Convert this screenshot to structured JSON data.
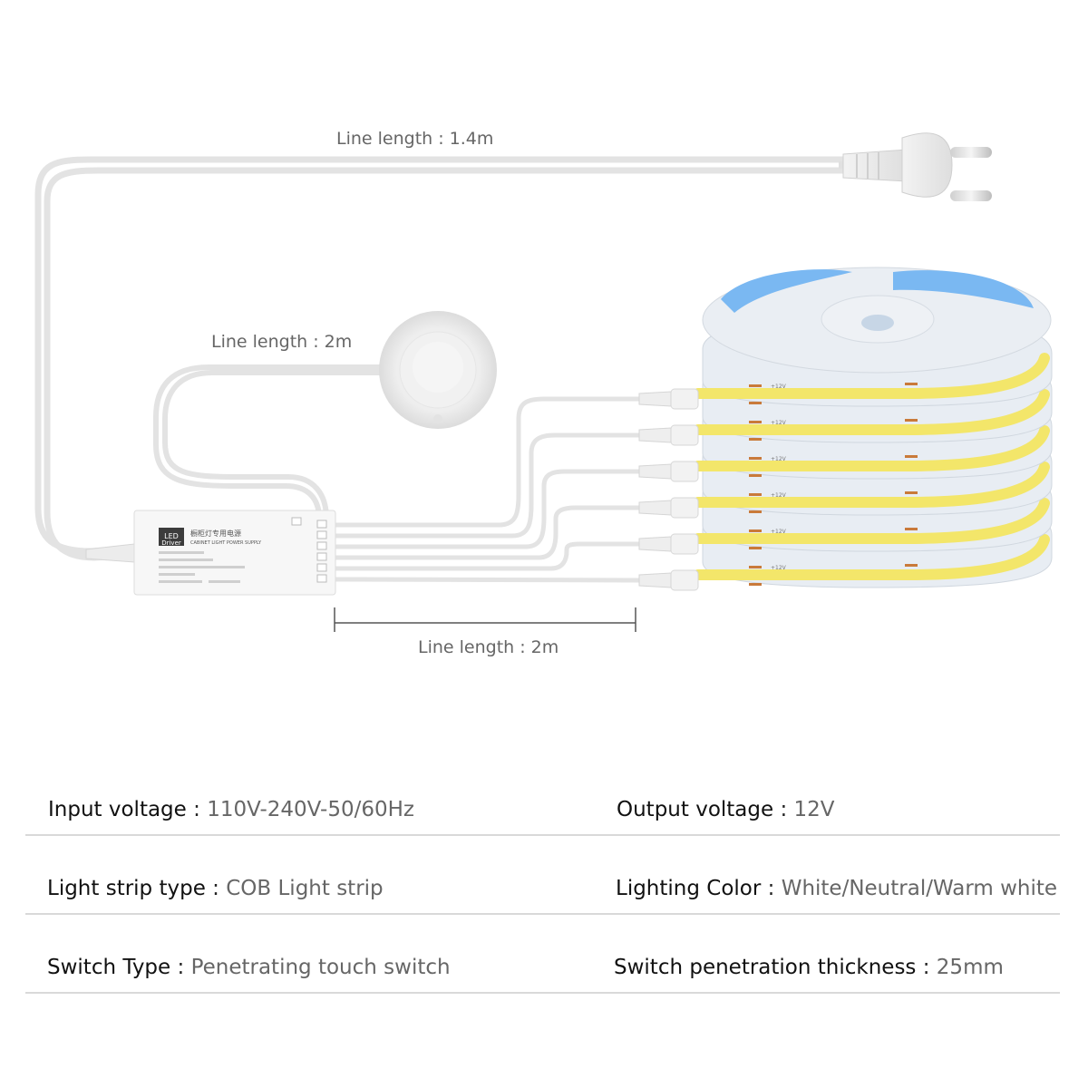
{
  "labels": {
    "plug_line": "Line length : 1.4m",
    "switch_line": "Line length : 2m",
    "output_line": "Line length : 2m"
  },
  "driver": {
    "badge_line1": "LED",
    "badge_line2": "Driver",
    "title_cn": "橱柜灯专用电源",
    "title_en": "CABINET LIGHT POWER SUPPLY"
  },
  "strip": {
    "polarity": "+12V"
  },
  "specs": [
    {
      "left": {
        "key": "Input voltage",
        "value": "110V-240V-50/60Hz"
      },
      "right": {
        "key": "Output voltage",
        "value": "12V"
      }
    },
    {
      "left": {
        "key": "Light strip type",
        "value": "COB Light strip"
      },
      "right": {
        "key": "Lighting Color",
        "value": "White/Neutral/Warm white"
      }
    },
    {
      "left": {
        "key": "Switch Type",
        "value": "Penetrating touch switch"
      },
      "right": {
        "key": "Switch penetration thickness",
        "value": "25mm"
      }
    }
  ],
  "colors": {
    "strip_yellow": "#f3e66a",
    "reel_blue": "#7ab8f2",
    "cable": "#e6e6e6"
  }
}
